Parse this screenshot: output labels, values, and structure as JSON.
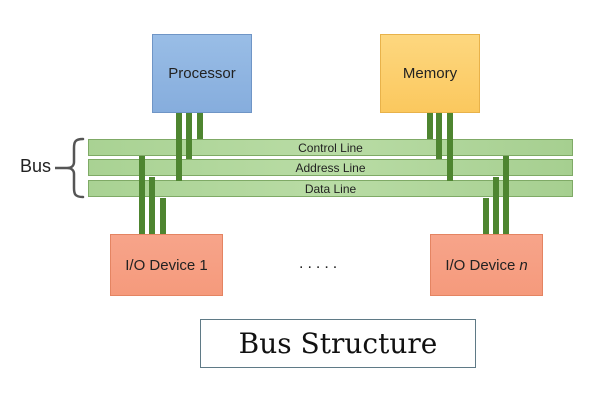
{
  "diagram": {
    "title": "Bus Structure",
    "bus_label": "Bus",
    "ellipsis": ".....",
    "components": {
      "processor": "Processor",
      "memory": "Memory",
      "io_device_1": "I/O Device 1",
      "io_device_n_prefix": "I/O Device",
      "io_device_n_suffix": "n"
    },
    "bus_lines": [
      "Control Line",
      "Address Line",
      "Data Line"
    ],
    "colors": {
      "processor": "#8fb5e2",
      "memory": "#fcd06d",
      "io_device": "#f69f83",
      "bus_line": "#b0d79b",
      "connector": "#4e8530"
    }
  }
}
